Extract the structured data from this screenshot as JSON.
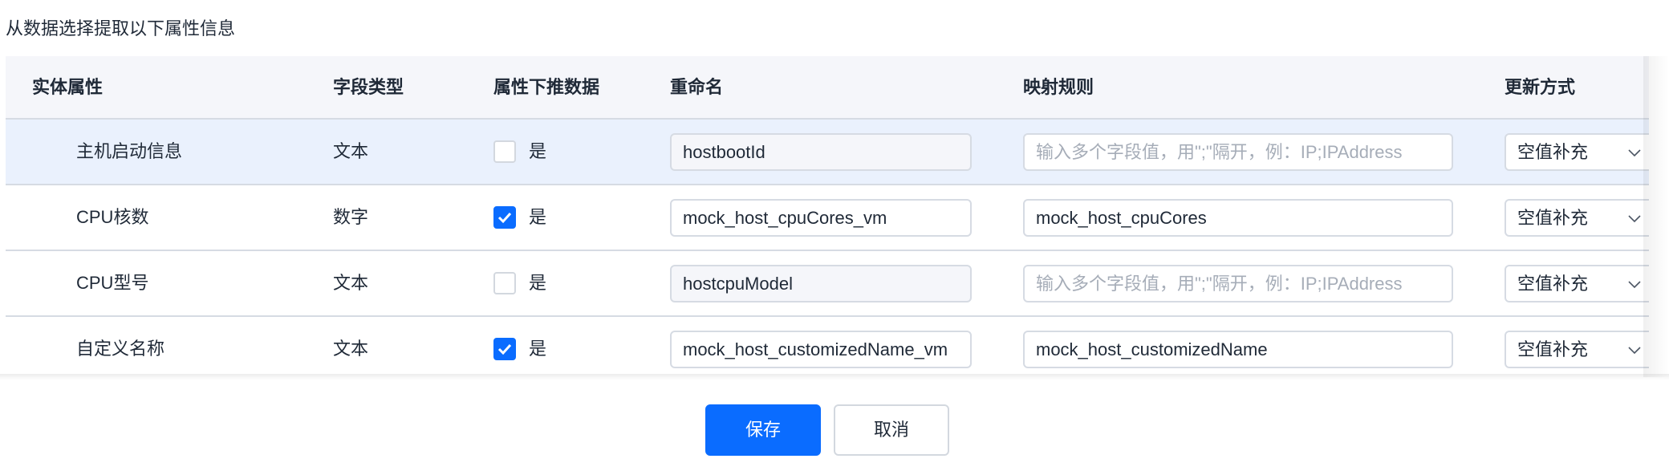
{
  "title": "从数据选择提取以下属性信息",
  "table": {
    "columns": [
      "实体属性",
      "字段类型",
      "属性下推数据",
      "重命名",
      "映射规则",
      "更新方式"
    ],
    "rows": [
      {
        "attribute": "主机启动信息",
        "field_type": "文本",
        "push_down": false,
        "push_down_label": "是",
        "rename": "hostbootId",
        "rename_disabled": true,
        "mapping": "",
        "mapping_placeholder": "输入多个字段值，用\";\"隔开，例：IP;IPAddress",
        "update_mode": "空值补充",
        "highlighted": true
      },
      {
        "attribute": "CPU核数",
        "field_type": "数字",
        "push_down": true,
        "push_down_label": "是",
        "rename": "mock_host_cpuCores_vm",
        "rename_disabled": false,
        "mapping": "mock_host_cpuCores",
        "mapping_placeholder": "输入多个字段值，用\";\"隔开，例：IP;IPAddress",
        "update_mode": "空值补充",
        "highlighted": false
      },
      {
        "attribute": "CPU型号",
        "field_type": "文本",
        "push_down": false,
        "push_down_label": "是",
        "rename": "hostcpuModel",
        "rename_disabled": true,
        "mapping": "",
        "mapping_placeholder": "输入多个字段值，用\";\"隔开，例：IP;IPAddress",
        "update_mode": "空值补充",
        "highlighted": false
      },
      {
        "attribute": "自定义名称",
        "field_type": "文本",
        "push_down": true,
        "push_down_label": "是",
        "rename": "mock_host_customizedName_vm",
        "rename_disabled": false,
        "mapping": "mock_host_customizedName",
        "mapping_placeholder": "输入多个字段值，用\";\"隔开，例：IP;IPAddress",
        "update_mode": "空值补充",
        "highlighted": false
      }
    ]
  },
  "footer": {
    "save_label": "保存",
    "cancel_label": "取消"
  },
  "colors": {
    "primary": "#0a6cff",
    "header_bg": "#f5f6fa",
    "highlight_row_bg": "#eaf1fd",
    "border": "#d6dbe3",
    "placeholder": "#a6adb8"
  }
}
